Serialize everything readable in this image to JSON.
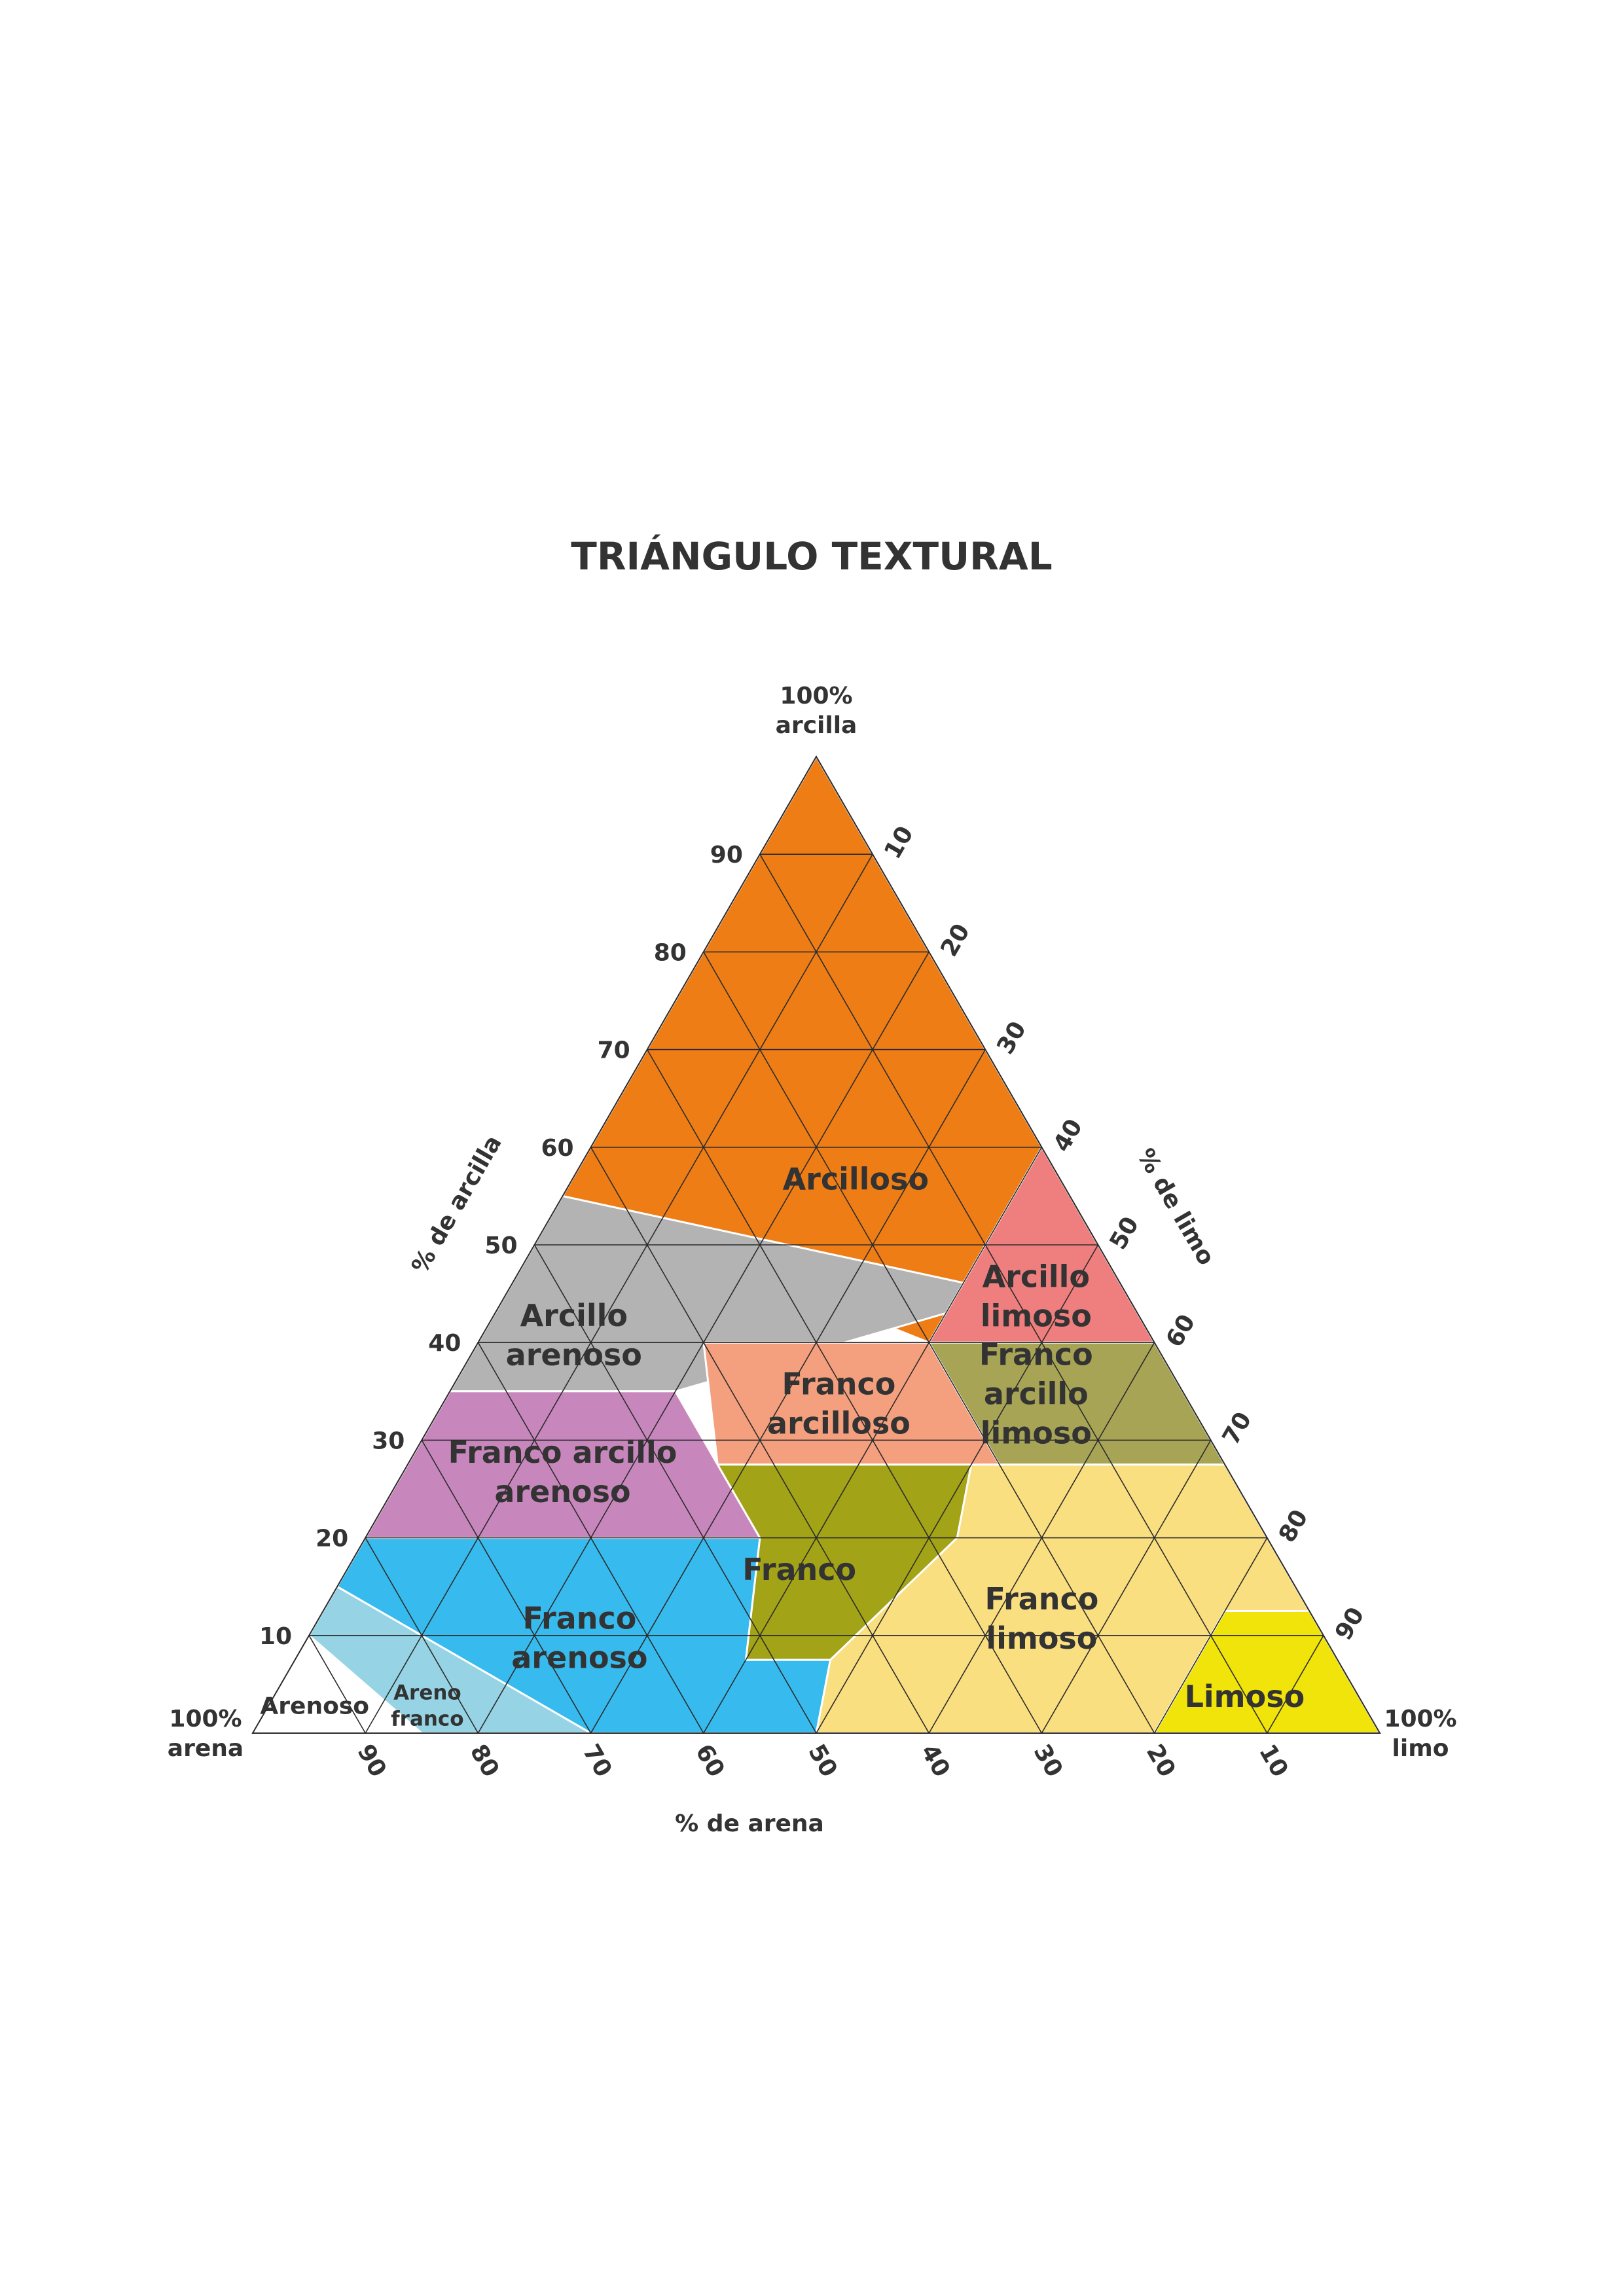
{
  "title": "TRIÁNGULO TEXTURAL",
  "corners": {
    "top": [
      "100%",
      "arcilla"
    ],
    "left": [
      "100%",
      "arena"
    ],
    "right": [
      "100%",
      "limo"
    ]
  },
  "axes": {
    "clay": {
      "label": "% de arcilla",
      "ticks": [
        10,
        20,
        30,
        40,
        50,
        60,
        70,
        80,
        90
      ]
    },
    "silt": {
      "label": "% de limo",
      "ticks": [
        10,
        20,
        30,
        40,
        50,
        60,
        70,
        80,
        90
      ]
    },
    "sand": {
      "label": "% de arena",
      "ticks": [
        90,
        80,
        70,
        60,
        50,
        40,
        30,
        20,
        10
      ]
    }
  },
  "regions": [
    {
      "id": "arcilloso",
      "lines": [
        "Arcilloso"
      ],
      "color": "#EF7D16",
      "vertices": [
        [
          100,
          0
        ],
        [
          60,
          40
        ],
        [
          45,
          45
        ],
        [
          40,
          60
        ],
        [
          40,
          40
        ],
        [
          55,
          0
        ]
      ],
      "label_at": [
        57,
        25
      ]
    },
    {
      "id": "arcillo-arenoso",
      "lines": [
        "Arcillo",
        "arenoso"
      ],
      "color": "#B3B3B3",
      "vertices": [
        [
          55,
          0
        ],
        [
          35,
          0
        ],
        [
          35,
          20
        ],
        [
          45,
          45
        ]
      ],
      "label_at": [
        41,
        8
      ]
    },
    {
      "id": "arcillo-limoso",
      "lines": [
        "Arcillo",
        "limoso"
      ],
      "color": "#EF7E7E",
      "vertices": [
        [
          60,
          40
        ],
        [
          40,
          60
        ],
        [
          40,
          40
        ]
      ],
      "label_at": [
        45,
        47
      ]
    },
    {
      "id": "franco-arcilloso",
      "lines": [
        "Franco",
        "arcilloso"
      ],
      "color": "#F4A07E",
      "vertices": [
        [
          40,
          40
        ],
        [
          27.5,
          52.5
        ],
        [
          27.5,
          27.5
        ],
        [
          40,
          20
        ]
      ],
      "label_at": [
        34,
        35
      ]
    },
    {
      "id": "franco-arcillo-limoso",
      "lines": [
        "Franco",
        "arcillo",
        "limoso"
      ],
      "color": "#A8A456",
      "vertices": [
        [
          40,
          60
        ],
        [
          27.5,
          72.5
        ],
        [
          27.5,
          52.5
        ],
        [
          40,
          40
        ]
      ],
      "label_at": [
        35,
        52
      ]
    },
    {
      "id": "franco-arcillo-arenoso",
      "lines": [
        "Franco arcillo",
        "arenoso"
      ],
      "color": "#C887BC",
      "vertices": [
        [
          35,
          0
        ],
        [
          35,
          20
        ],
        [
          27.5,
          27.5
        ],
        [
          20,
          35
        ],
        [
          20,
          0
        ]
      ],
      "label_at": [
        27,
        14
      ]
    },
    {
      "id": "franco",
      "lines": [
        "Franco"
      ],
      "color": "#A3A317",
      "vertices": [
        [
          27.5,
          27.5
        ],
        [
          27.5,
          50
        ],
        [
          20,
          52.5
        ],
        [
          7.5,
          47.5
        ],
        [
          7.5,
          40
        ],
        [
          20,
          35
        ]
      ],
      "label_at": [
        17,
        40
      ]
    },
    {
      "id": "franco-limoso",
      "lines": [
        "Franco",
        "limoso"
      ],
      "color": "#FADF80",
      "vertices": [
        [
          27.5,
          72.5
        ],
        [
          12.5,
          87.5
        ],
        [
          12.5,
          80
        ],
        [
          0,
          80
        ],
        [
          0,
          50
        ],
        [
          7.5,
          47.5
        ],
        [
          20,
          52.5
        ],
        [
          27.5,
          50
        ]
      ],
      "label_at": [
        12,
        64
      ]
    },
    {
      "id": "limoso",
      "lines": [
        "Limoso"
      ],
      "color": "#F0E40A",
      "vertices": [
        [
          12.5,
          87.5
        ],
        [
          0,
          100
        ],
        [
          0,
          80
        ],
        [
          12.5,
          80
        ]
      ],
      "label_at": [
        4,
        86
      ]
    },
    {
      "id": "franco-arenoso",
      "lines": [
        "Franco",
        "arenoso"
      ],
      "color": "#37BBEE",
      "vertices": [
        [
          20,
          0
        ],
        [
          20,
          35
        ],
        [
          7.5,
          40
        ],
        [
          7.5,
          47.5
        ],
        [
          0,
          50
        ],
        [
          0,
          30
        ],
        [
          15,
          0
        ]
      ],
      "label_at": [
        10,
        24
      ]
    },
    {
      "id": "areno-franco",
      "lines": [
        "Areno",
        "franco"
      ],
      "color": "#96D3E4",
      "vertices": [
        [
          15,
          0
        ],
        [
          0,
          30
        ],
        [
          0,
          15
        ],
        [
          10,
          0
        ]
      ],
      "label_at": [
        3,
        14
      ]
    },
    {
      "id": "arenoso",
      "lines": [
        "Arenoso"
      ],
      "color": "#FFFFFF",
      "vertices": [
        [
          10,
          0
        ],
        [
          0,
          15
        ],
        [
          0,
          0
        ]
      ],
      "label_at": [
        3,
        4
      ]
    }
  ]
}
